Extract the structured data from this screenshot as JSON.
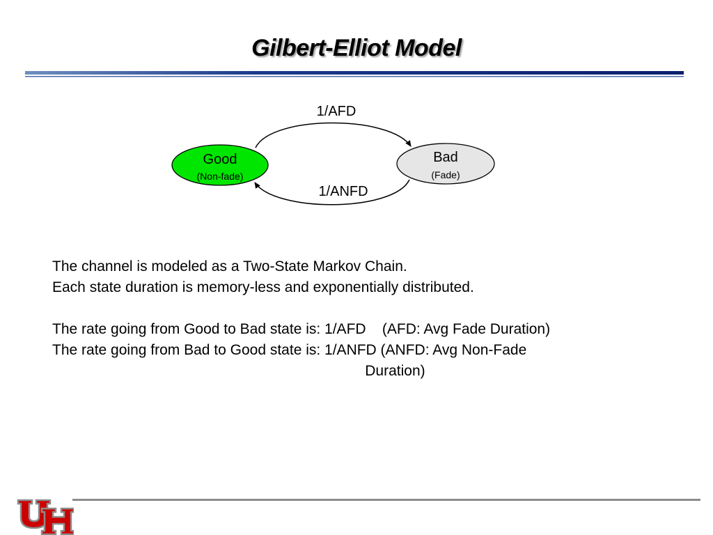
{
  "slide": {
    "title": "Gilbert-Elliot Model"
  },
  "diagram": {
    "good_state": {
      "label": "Good",
      "sublabel": "(Non-fade)",
      "color": "#00e600"
    },
    "bad_state": {
      "label": "Bad",
      "sublabel": "(Fade)",
      "color": "#e6e6e6"
    },
    "edge_good_to_bad": {
      "label": "1/AFD"
    },
    "edge_bad_to_good": {
      "label": "1/ANFD"
    }
  },
  "body": {
    "lines": [
      "The channel is modeled as a Two-State Markov Chain.",
      "Each state duration is memory-less and exponentially distributed.",
      "",
      "The rate going from Good to Bad state is: 1/AFD    (AFD: Avg Fade Duration)",
      "The rate going from Bad to Good state is: 1/ANFD (ANFD: Avg Non-Fade",
      "                                                                             Duration)"
    ]
  },
  "footer": {
    "logo_icon": "uh-logo-icon",
    "logo_colors": {
      "fill": "#cc0000",
      "outline": "#8c8c8c"
    }
  }
}
